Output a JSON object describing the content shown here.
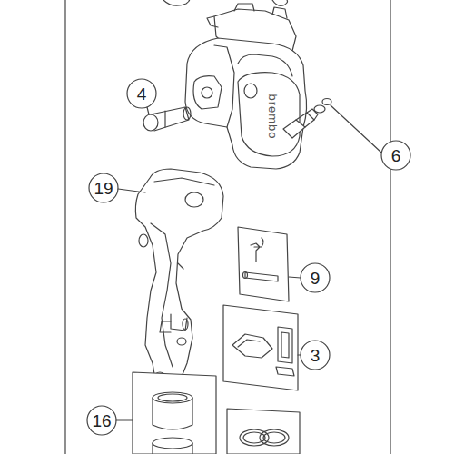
{
  "diagram": {
    "labels": [
      "6",
      "4",
      "19",
      "9",
      "3",
      "16",
      "brembo"
    ]
  }
}
